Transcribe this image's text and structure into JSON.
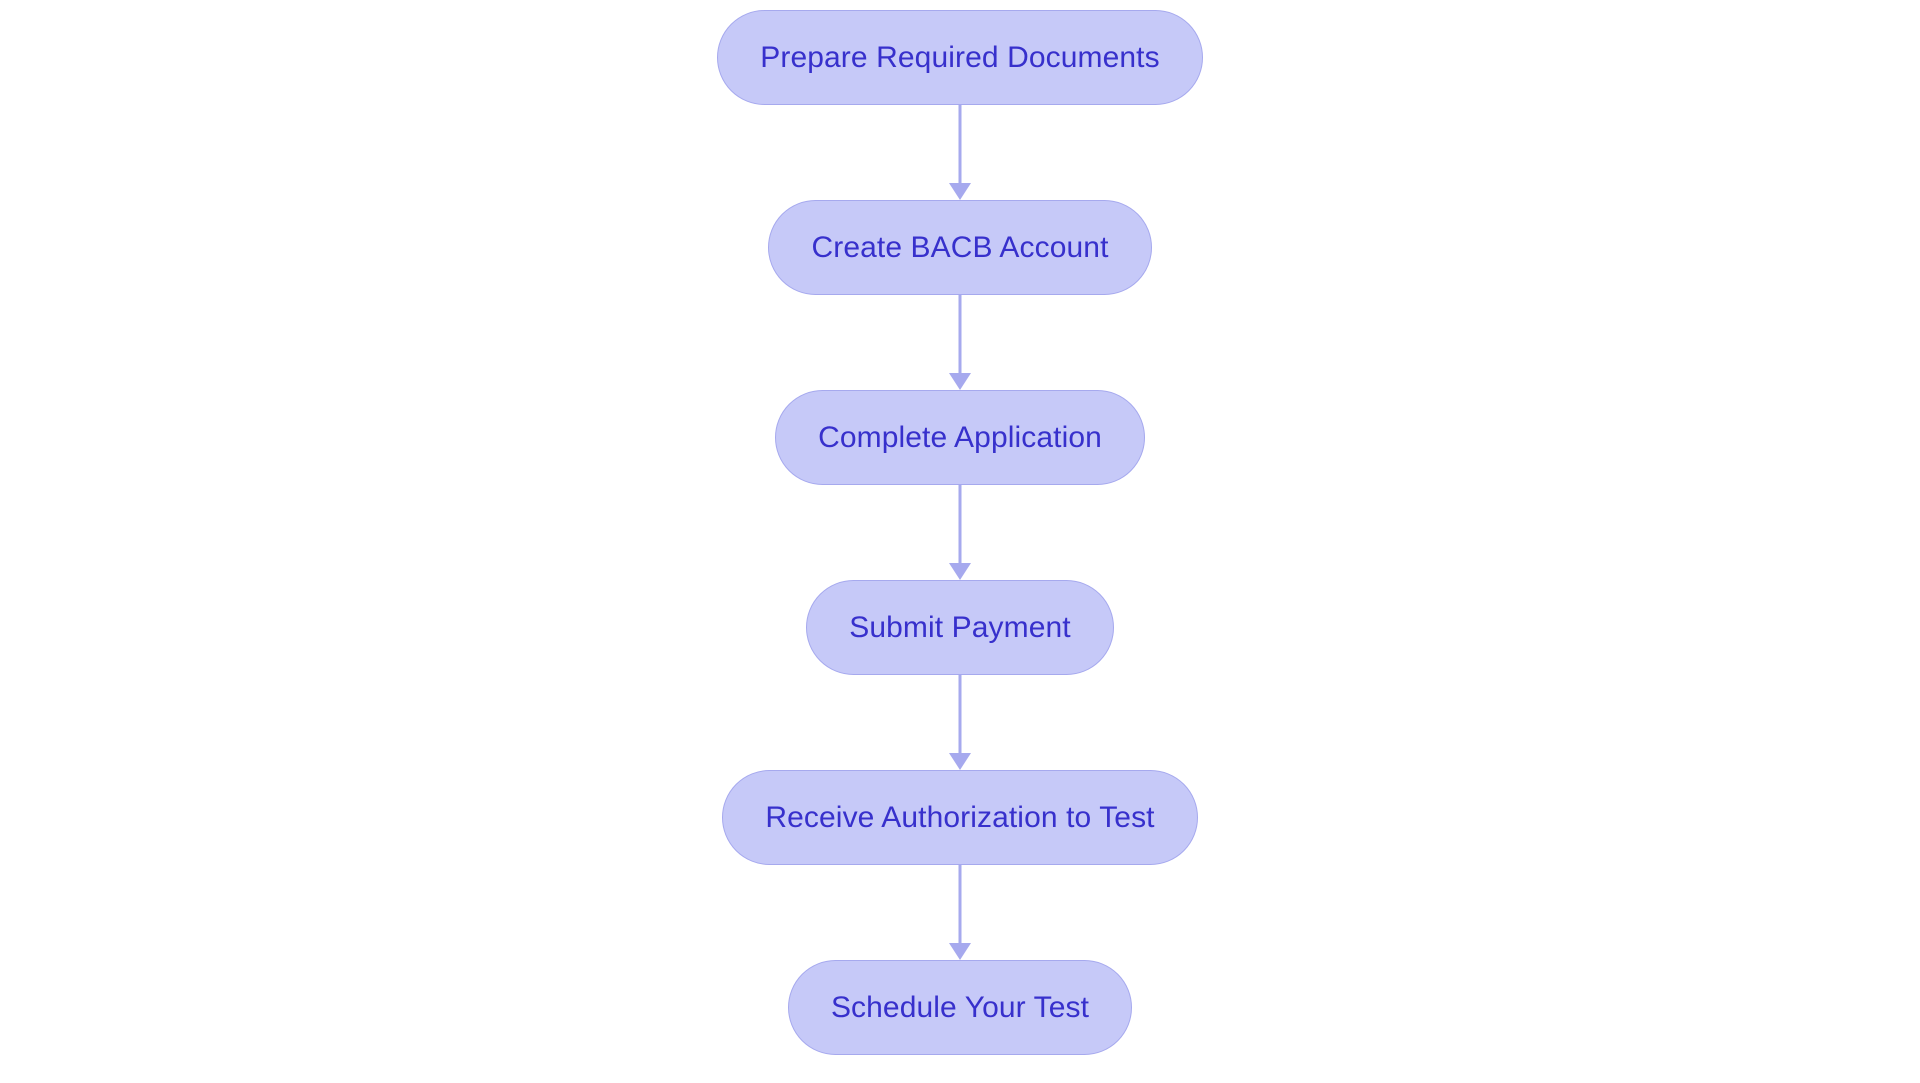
{
  "diagram": {
    "type": "flowchart",
    "orientation": "vertical-top-to-bottom",
    "background_color": "#ffffff",
    "node_fill_color": "#c6c9f8",
    "node_border_color": "#a6a9ee",
    "node_text_color": "#3730cc",
    "connector_color": "#a6a9ee",
    "nodes": [
      {
        "id": "node-1",
        "label": "Prepare Required Documents"
      },
      {
        "id": "node-2",
        "label": "Create BACB Account"
      },
      {
        "id": "node-3",
        "label": "Complete Application"
      },
      {
        "id": "node-4",
        "label": "Submit Payment"
      },
      {
        "id": "node-5",
        "label": "Receive Authorization to Test"
      },
      {
        "id": "node-6",
        "label": "Schedule Your Test"
      }
    ],
    "connectors": [
      {
        "id": "connector-1",
        "from": "node-1",
        "to": "node-2",
        "marker": "arrow-down"
      },
      {
        "id": "connector-2",
        "from": "node-2",
        "to": "node-3",
        "marker": "arrow-down"
      },
      {
        "id": "connector-3",
        "from": "node-3",
        "to": "node-4",
        "marker": "arrow-down"
      },
      {
        "id": "connector-4",
        "from": "node-4",
        "to": "node-5",
        "marker": "arrow-down"
      },
      {
        "id": "connector-5",
        "from": "node-5",
        "to": "node-6",
        "marker": "arrow-down"
      }
    ]
  }
}
